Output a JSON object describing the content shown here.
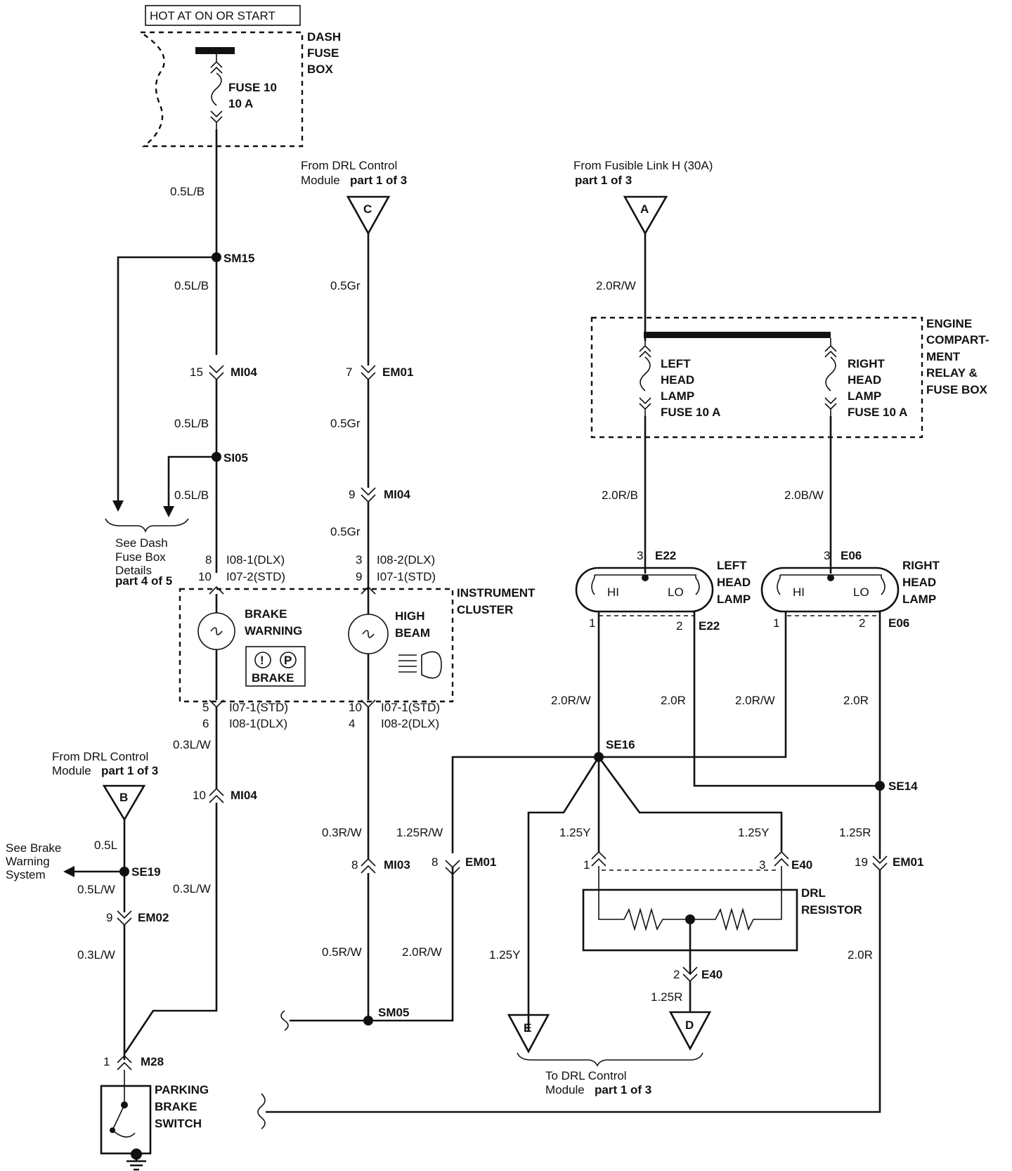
{
  "labels": {
    "hot_at": "HOT AT ON OR START",
    "dash_fuse_box_1": "DASH",
    "dash_fuse_box_2": "FUSE",
    "dash_fuse_box_3": "BOX",
    "fuse10_1": "FUSE 10",
    "fuse10_2": "10 A",
    "from_drl_c_1": "From DRL Control",
    "from_drl_c_2a": "Module",
    "from_drl_c_2b": "part 1 of 3",
    "from_fusible_1": "From Fusible Link H (30A)",
    "from_fusible_2": "part 1 of 3",
    "conn_c": "C",
    "conn_a": "A",
    "conn_b": "B",
    "conn_e": "E",
    "conn_d": "D",
    "engine_box_1": "ENGINE",
    "engine_box_2": "COMPART-",
    "engine_box_3": "MENT",
    "engine_box_4": "RELAY &",
    "engine_box_5": "FUSE BOX",
    "left_fuse_1": "LEFT",
    "left_fuse_2": "HEAD",
    "left_fuse_3": "LAMP",
    "left_fuse_4": "FUSE 10 A",
    "right_fuse_1": "RIGHT",
    "right_fuse_2": "HEAD",
    "right_fuse_3": "LAMP",
    "right_fuse_4": "FUSE 10 A",
    "w_05lb_1": "0.5L/B",
    "w_05lb_2": "0.5L/B",
    "w_05lb_3": "0.5L/B",
    "w_05lb_4": "0.5L/B",
    "sm15": "SM15",
    "si05": "SI05",
    "mi04": "MI04",
    "pin15": "15",
    "see_dash_1": "See Dash",
    "see_dash_2": "Fuse Box",
    "see_dash_3": "Details",
    "see_dash_4": "part 4 of 5",
    "pin8": "8",
    "pin10": "10",
    "i08_1_dlx": "I08-1(DLX)",
    "i07_2_std": "I07-2(STD)",
    "w_05gr_1": "0.5Gr",
    "w_05gr_2": "0.5Gr",
    "w_05gr_3": "0.5Gr",
    "pin7": "7",
    "em01": "EM01",
    "pin9": "9",
    "mi04_b": "MI04",
    "pin3": "3",
    "pin9b": "9",
    "i08_2_dlx": "I08-2(DLX)",
    "i07_1_std": "I07-1(STD)",
    "instrument_1": "INSTRUMENT",
    "instrument_2": "CLUSTER",
    "brake_warning_1": "BRAKE",
    "brake_warning_2": "WARNING",
    "brake_symbol": "BRAKE",
    "high_beam_1": "HIGH",
    "high_beam_2": "BEAM",
    "pin5": "5",
    "pin6": "6",
    "i07_1_std_b": "I07-1(STD)",
    "i08_1_dlx_b": "I08-1(DLX)",
    "pin10c": "10",
    "pin4": "4",
    "i07_1_std_c": "I07-1(STD)",
    "i08_2_dlx_c": "I08-2(DLX)",
    "w_03lw_1": "0.3L/W",
    "pin10d": "10",
    "mi04_c": "MI04",
    "from_drl_b_1": "From DRL Control",
    "from_drl_b_2a": "Module",
    "from_drl_b_2b": "part 1 of 3",
    "w_05l": "0.5L",
    "se19": "SE19",
    "see_brake_1": "See Brake",
    "see_brake_2": "Warning",
    "see_brake_3": "System",
    "w_05lw": "0.5L/W",
    "w_03lw_2": "0.3L/W",
    "pin9c": "9",
    "em02": "EM02",
    "w_03lw_3": "0.3L/W",
    "pin1": "1",
    "m28": "M28",
    "parking_1": "PARKING",
    "parking_2": "BRAKE",
    "parking_3": "SWITCH",
    "w_03rw": "0.3R/W",
    "pin8b": "8",
    "mi03": "MI03",
    "w_05rw": "0.5R/W",
    "sm05": "SM05",
    "w_125rw": "1.25R/W",
    "pin8c": "8",
    "em01_b": "EM01",
    "w_20rw_a": "2.0R/W",
    "w_20rw_top": "2.0R/W",
    "w_20rb": "2.0R/B",
    "w_20bw": "2.0B/W",
    "pin3b": "3",
    "e22": "E22",
    "pin3c": "3",
    "e06": "E06",
    "left_lamp_1": "LEFT",
    "left_lamp_2": "HEAD",
    "left_lamp_3": "LAMP",
    "right_lamp_1": "RIGHT",
    "right_lamp_2": "HEAD",
    "right_lamp_3": "LAMP",
    "hi_l": "HI",
    "lo_l": "LO",
    "hi_r": "HI",
    "lo_r": "LO",
    "pin1l": "1",
    "pin2l": "2",
    "e22_b": "E22",
    "pin1r": "1",
    "pin2r": "2",
    "e06_b": "E06",
    "w_20rw_b": "2.0R/W",
    "w_20r_a": "2.0R",
    "w_20rw_c": "2.0R/W",
    "w_20r_b": "2.0R",
    "se16": "SE16",
    "se14": "SE14",
    "w_125y_a": "1.25Y",
    "w_125y_b": "1.25Y",
    "w_125r_a": "1.25R",
    "pin1e": "1",
    "pin3e": "3",
    "e40": "E40",
    "pin19": "19",
    "em01_c": "EM01",
    "drl_res_1": "DRL",
    "drl_res_2": "RESISTOR",
    "w_125y_c": "1.25Y",
    "pin2e": "2",
    "e40_b": "E40",
    "w_125r_b": "1.25R",
    "w_20r_c": "2.0R",
    "to_drl_1": "To DRL Control",
    "to_drl_2a": "Module",
    "to_drl_2b": "part 1 of 3"
  }
}
